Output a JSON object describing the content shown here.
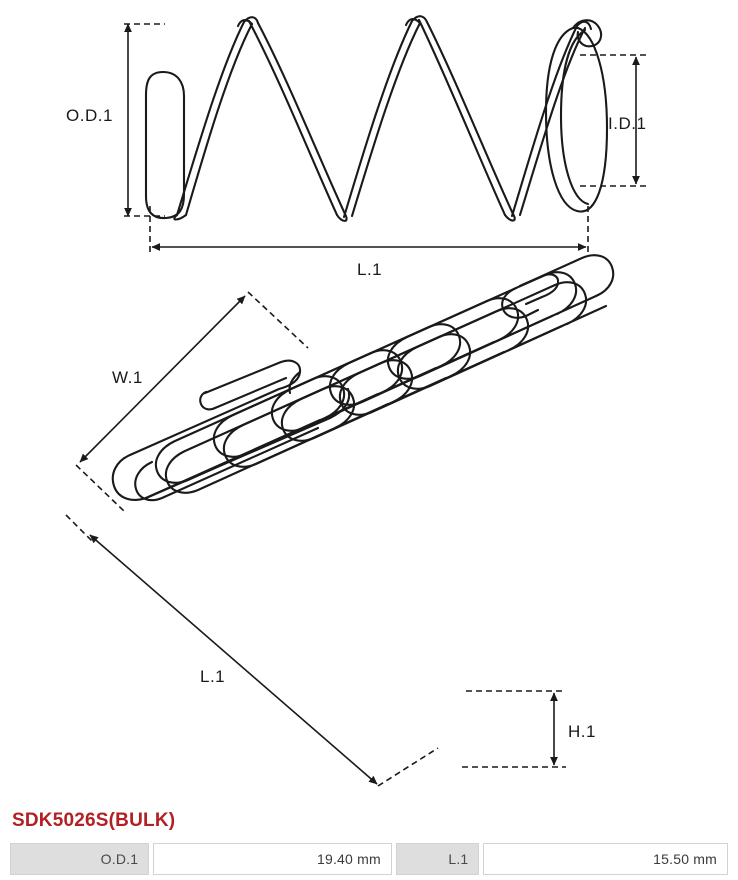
{
  "product": {
    "title": "SDK5026S(BULK)"
  },
  "drawings": {
    "front_view": {
      "name": "compression-spring-front-view",
      "labels": {
        "outer_diameter": "O.D.1",
        "inner_diameter": "I.D.1",
        "length": "L.1"
      }
    },
    "iso_view": {
      "name": "compression-spring-isometric-view",
      "labels": {
        "width": "W.1",
        "length": "L.1",
        "height": "H.1"
      }
    }
  },
  "spec_table": {
    "rows": [
      {
        "label": "O.D.1",
        "value": "19.40 mm"
      },
      {
        "label": "L.1",
        "value": "15.50 mm"
      }
    ]
  },
  "colors": {
    "title": "#b32024",
    "line": "#1a1a1a",
    "label_cell_bg": "#dedede",
    "border": "#d2d2d2",
    "background": "#ffffff"
  }
}
